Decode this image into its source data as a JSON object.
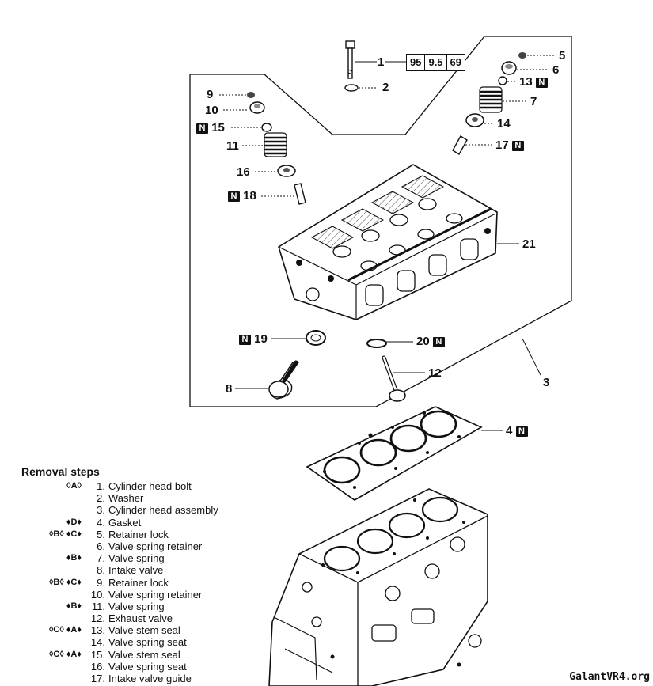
{
  "spec": {
    "values": [
      "95",
      "9.5",
      "69"
    ]
  },
  "callouts": [
    {
      "id": "1",
      "label": "1",
      "new_part": false
    },
    {
      "id": "2",
      "label": "2",
      "new_part": false
    },
    {
      "id": "3",
      "label": "3",
      "new_part": false
    },
    {
      "id": "4",
      "label": "4",
      "new_part": true
    },
    {
      "id": "5",
      "label": "5",
      "new_part": false
    },
    {
      "id": "6",
      "label": "6",
      "new_part": false
    },
    {
      "id": "7",
      "label": "7",
      "new_part": false
    },
    {
      "id": "8",
      "label": "8",
      "new_part": false
    },
    {
      "id": "9",
      "label": "9",
      "new_part": false
    },
    {
      "id": "10",
      "label": "10",
      "new_part": false
    },
    {
      "id": "11",
      "label": "11",
      "new_part": false
    },
    {
      "id": "12",
      "label": "12",
      "new_part": false
    },
    {
      "id": "13",
      "label": "13",
      "new_part": true
    },
    {
      "id": "14",
      "label": "14",
      "new_part": false
    },
    {
      "id": "15",
      "label": "15",
      "new_part": true
    },
    {
      "id": "16",
      "label": "16",
      "new_part": false
    },
    {
      "id": "17",
      "label": "17",
      "new_part": true
    },
    {
      "id": "18",
      "label": "18",
      "new_part": true
    },
    {
      "id": "19",
      "label": "19",
      "new_part": true
    },
    {
      "id": "20",
      "label": "20",
      "new_part": true
    },
    {
      "id": "21",
      "label": "21",
      "new_part": false
    }
  ],
  "new_badge": "N",
  "removal": {
    "title": "Removal steps",
    "steps": [
      {
        "mark": "◊A◊",
        "num": "1.",
        "text": "Cylinder head bolt"
      },
      {
        "mark": "",
        "num": "2.",
        "text": "Washer"
      },
      {
        "mark": "",
        "num": "3.",
        "text": "Cylinder head assembly"
      },
      {
        "mark": "♦D♦",
        "num": "4.",
        "text": "Gasket"
      },
      {
        "mark": "◊B◊ ♦C♦",
        "num": "5.",
        "text": "Retainer lock"
      },
      {
        "mark": "",
        "num": "6.",
        "text": "Valve spring retainer"
      },
      {
        "mark": "♦B♦",
        "num": "7.",
        "text": "Valve spring"
      },
      {
        "mark": "",
        "num": "8.",
        "text": "Intake valve"
      },
      {
        "mark": "◊B◊ ♦C♦",
        "num": "9.",
        "text": "Retainer lock"
      },
      {
        "mark": "",
        "num": "10.",
        "text": "Valve spring retainer"
      },
      {
        "mark": "♦B♦",
        "num": "11.",
        "text": "Valve spring"
      },
      {
        "mark": "",
        "num": "12.",
        "text": "Exhaust valve"
      },
      {
        "mark": "◊C◊ ♦A♦",
        "num": "13.",
        "text": "Valve stem seal"
      },
      {
        "mark": "",
        "num": "14.",
        "text": "Valve spring seat"
      },
      {
        "mark": "◊C◊ ♦A♦",
        "num": "15.",
        "text": "Valve stem seal"
      },
      {
        "mark": "",
        "num": "16.",
        "text": "Valve spring seat"
      },
      {
        "mark": "",
        "num": "17.",
        "text": "Intake valve guide"
      }
    ]
  },
  "watermark": "GalantVR4.org",
  "colors": {
    "ink": "#111111",
    "paper": "#ffffff",
    "gray": "#9a9a9a"
  }
}
